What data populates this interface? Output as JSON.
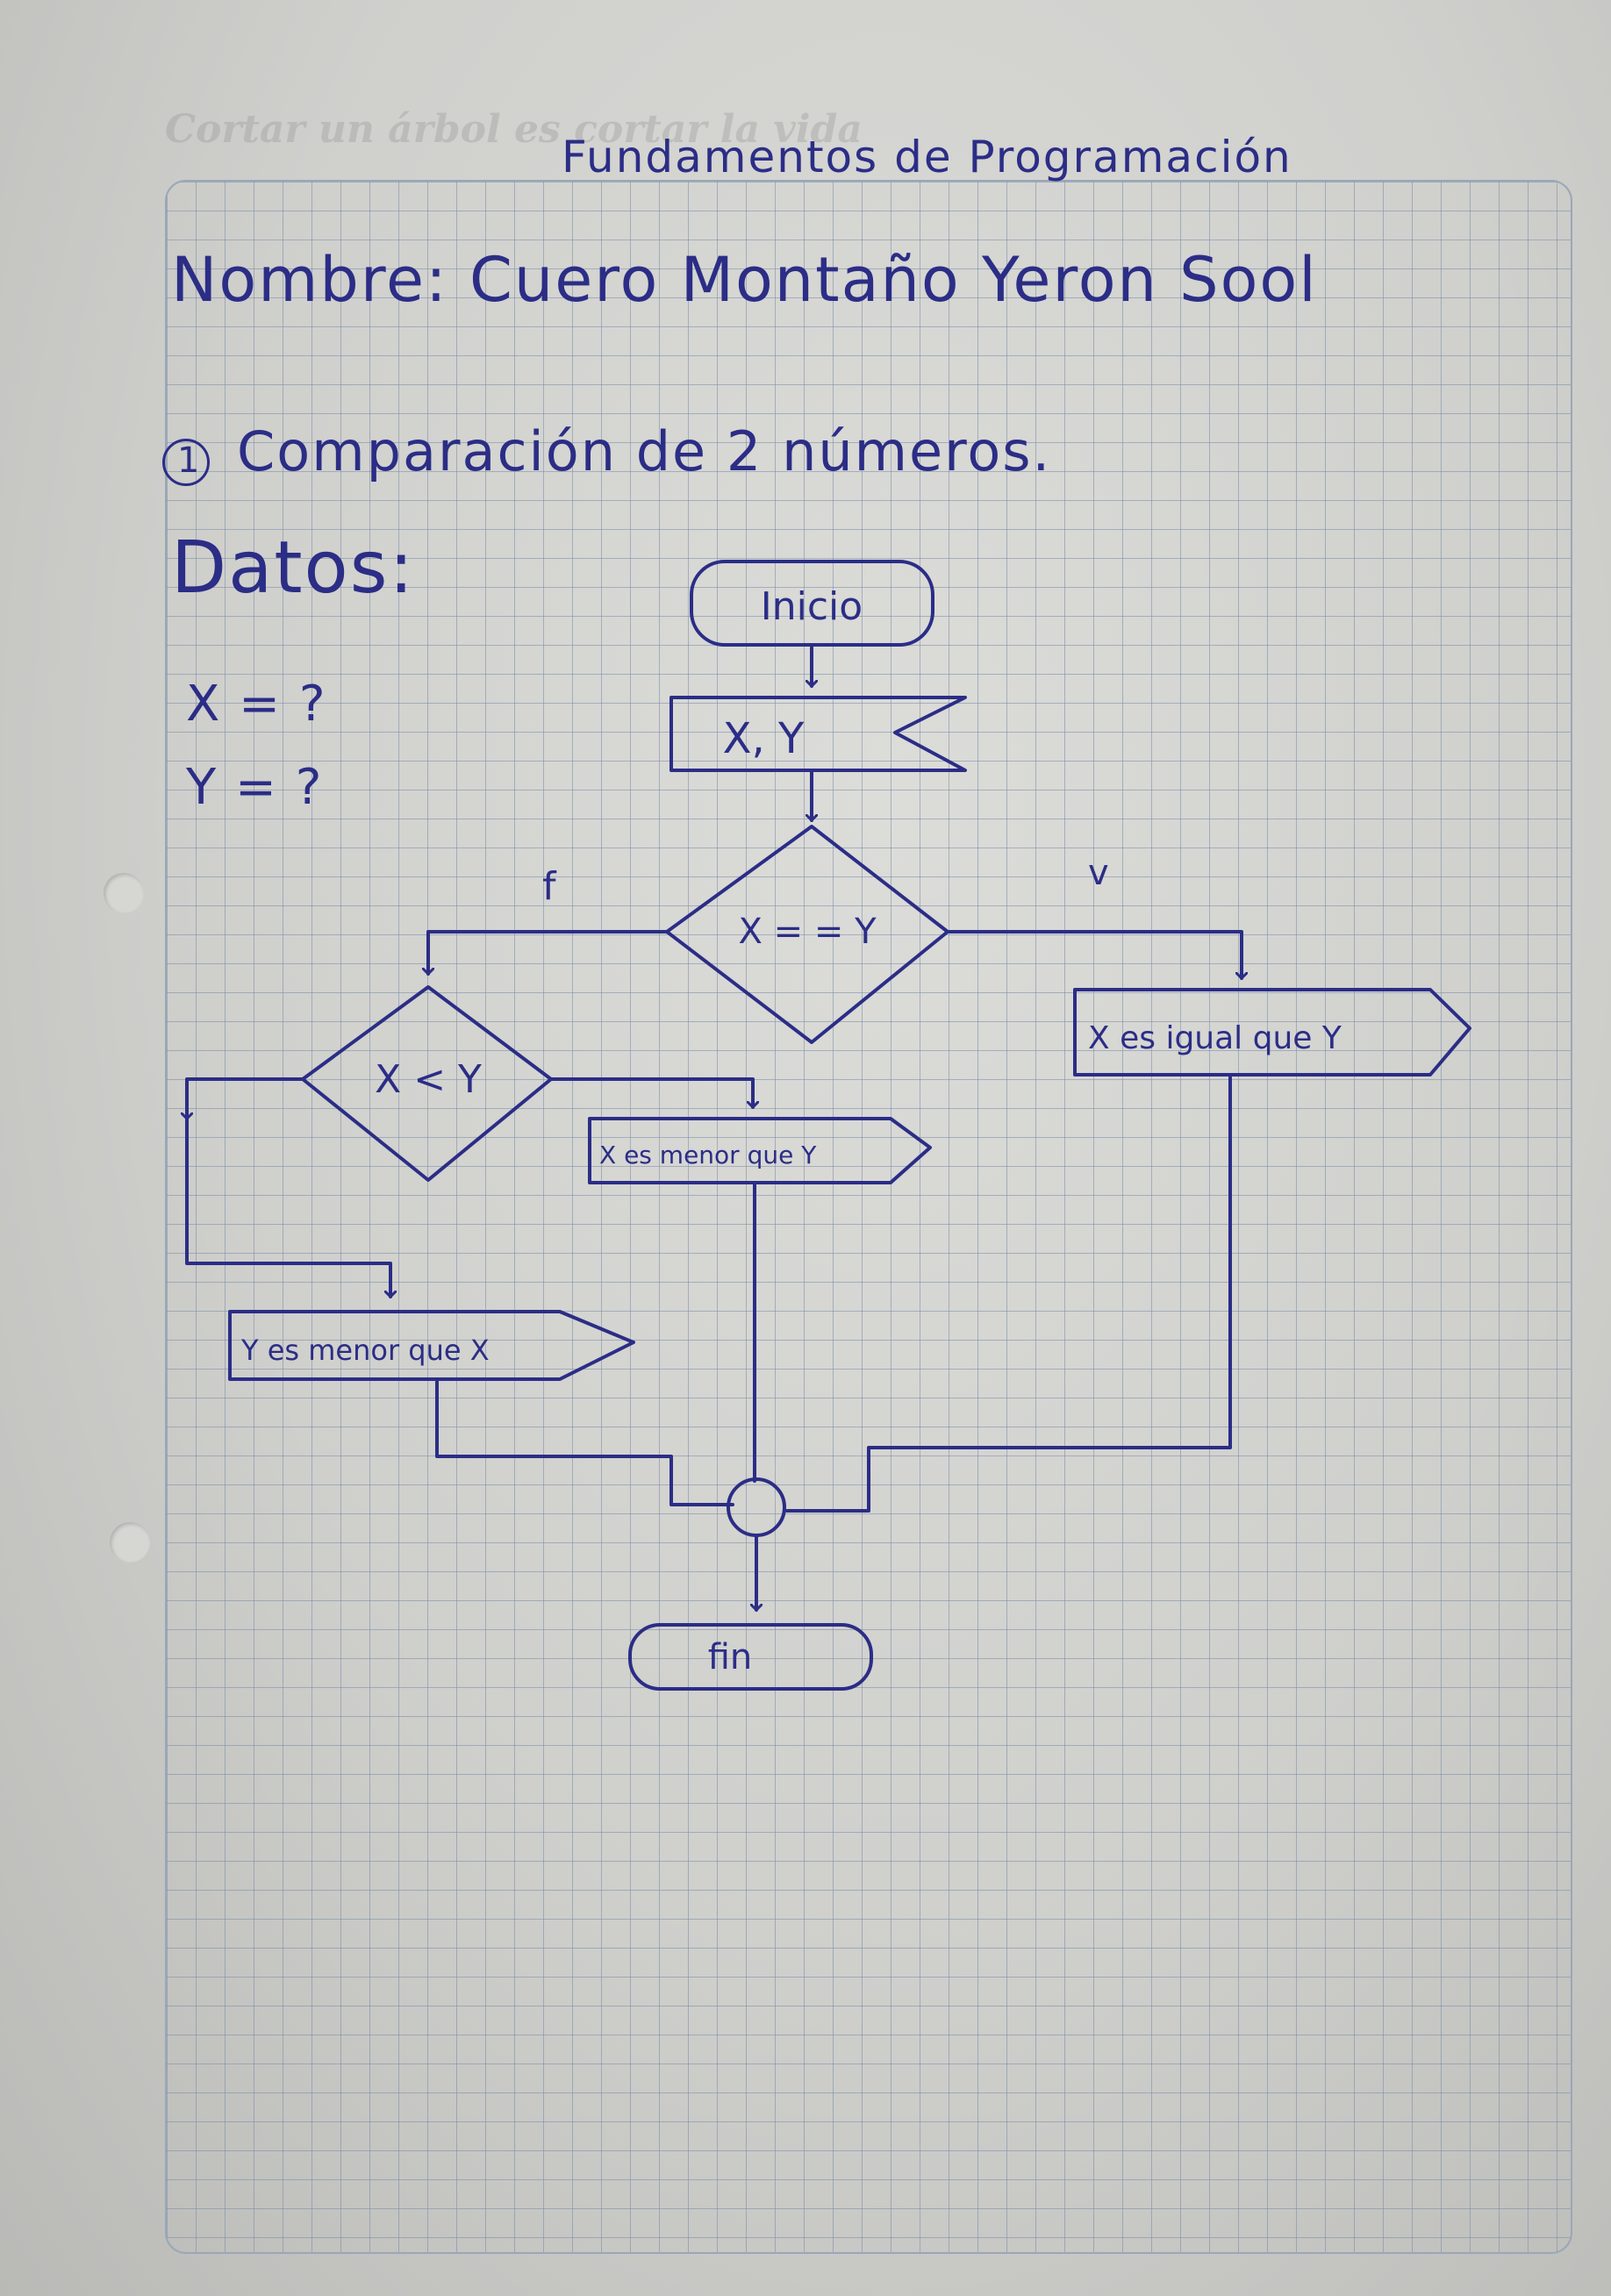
{
  "header": {
    "watermark": "Cortar un árbol es cortar la vida",
    "title": "Fundamentos de Programación"
  },
  "student": {
    "name_line": "Nombre: Cuero Montaño Yeron Sool"
  },
  "exercise": {
    "number": "1",
    "title": "Comparación de 2 números."
  },
  "data_section": {
    "heading": "Datos:",
    "vars": [
      "X = ?",
      "Y = ?"
    ]
  },
  "flowchart": {
    "start": "Inicio",
    "input": "X, Y",
    "decision_equal": "X = = Y",
    "branch_false": "f",
    "branch_true": "v",
    "out_equal": "X es igual que Y",
    "decision_less": "X < Y",
    "out_x_less": "X es menor que Y",
    "out_y_less": "Y es menor que X",
    "end": "fin"
  },
  "colors": {
    "ink": "#2b2d86",
    "grid": "#8c9cb0",
    "paper": "#d5d5d2"
  }
}
